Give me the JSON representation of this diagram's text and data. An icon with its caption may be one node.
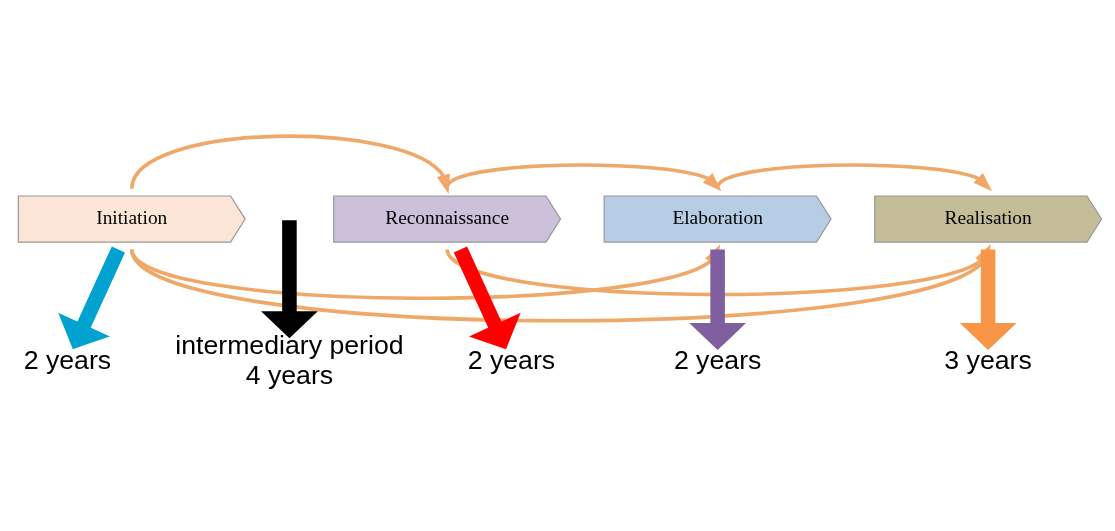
{
  "diagram": {
    "nodes": [
      {
        "text": [
          "Initiation"
        ]
      },
      {
        "text": [
          "Reconnaissance"
        ]
      },
      {
        "text": [
          "Elaboration"
        ]
      },
      {
        "text": [
          "Realisation"
        ]
      },
      {
        "text": [
          "2 years"
        ]
      },
      {
        "text": [
          "intermediary period",
          "4 years"
        ]
      },
      {
        "text": [
          "2 years"
        ]
      },
      {
        "text": [
          "2 years"
        ]
      },
      {
        "text": [
          "3 years"
        ]
      }
    ],
    "edges": [
      {
        "from": 0,
        "to": 1,
        "arrow": "to"
      },
      {
        "from": 1,
        "to": 2,
        "arrow": "to"
      },
      {
        "from": 2,
        "to": 3,
        "arrow": "to"
      },
      {
        "from": 0,
        "to": 2,
        "arrow": "to"
      },
      {
        "from": 1,
        "to": 3,
        "arrow": "to"
      },
      {
        "from": 0,
        "to": 3,
        "arrow": "to"
      },
      {
        "from": 0,
        "to": 4,
        "arrow": "to",
        "style": "thick",
        "color": "#00a2d0"
      },
      {
        "from": null,
        "to": 5,
        "arrow": "to",
        "style": "thick",
        "color": "#000000"
      },
      {
        "from": 1,
        "to": 6,
        "arrow": "to",
        "style": "thick",
        "color": "#ff0000"
      },
      {
        "from": 2,
        "to": 7,
        "arrow": "to",
        "style": "thick",
        "color": "#7f5fa0"
      },
      {
        "from": 3,
        "to": 8,
        "arrow": "to",
        "style": "thick",
        "color": "#f79646"
      }
    ]
  }
}
